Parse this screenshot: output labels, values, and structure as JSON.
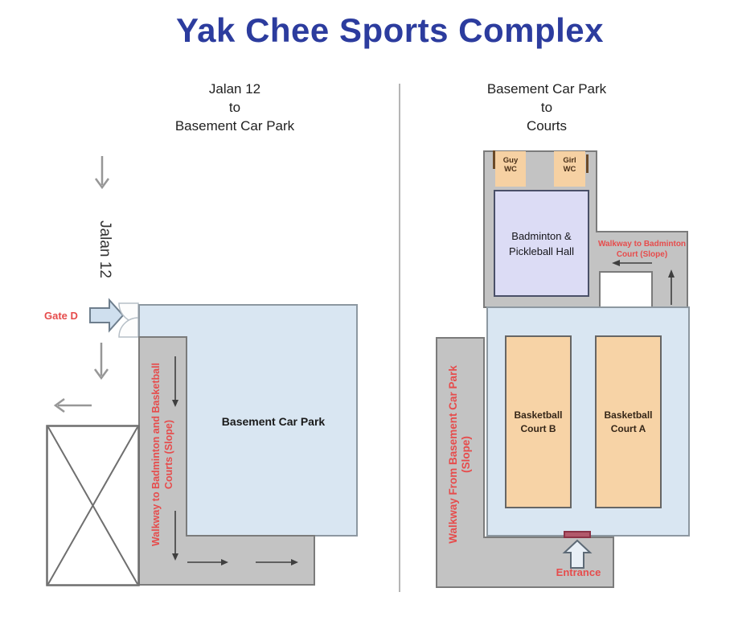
{
  "title": "Yak Chee Sports Complex",
  "left_panel": {
    "heading": {
      "line1": "Jalan 12",
      "line2": "to",
      "line3": "Basement Car Park"
    },
    "street_label": "Jalan 12",
    "gate_label": "Gate D",
    "car_park_label": "Basement Car Park",
    "walkway_label": {
      "line1": "Walkway to Badminton and Basketball",
      "line2": "Courts (Slope)"
    }
  },
  "right_panel": {
    "heading": {
      "line1": "Basement Car Park",
      "line2": "to",
      "line3": "Courts"
    },
    "guy_wc": {
      "line1": "Guy",
      "line2": "WC"
    },
    "girl_wc": {
      "line1": "Girl",
      "line2": "WC"
    },
    "hall_label": {
      "line1": "Badminton &",
      "line2": "Pickleball Hall"
    },
    "walkway_to_badminton": {
      "line1": "Walkway to Badminton",
      "line2": "Court (Slope)"
    },
    "court_b": {
      "line1": "Basketball",
      "line2": "Court B"
    },
    "court_a": {
      "line1": "Basketball",
      "line2": "Court A"
    },
    "walkway_from_car_park": {
      "line1": "Walkway From Basement Car Park",
      "line2": "(Slope)"
    },
    "entrance_label": "Entrance"
  },
  "colors": {
    "title_blue": "#2c3c9e",
    "label_red": "#e64c4c",
    "car_park_fill": "#d9e6f2",
    "walkway_fill": "#c3c3c3",
    "court_fill": "#f7d3a6",
    "hall_fill": "#dcdcf5",
    "wc_fill": "#f6d1a3",
    "entrance_marker_fill": "#b2596b"
  }
}
